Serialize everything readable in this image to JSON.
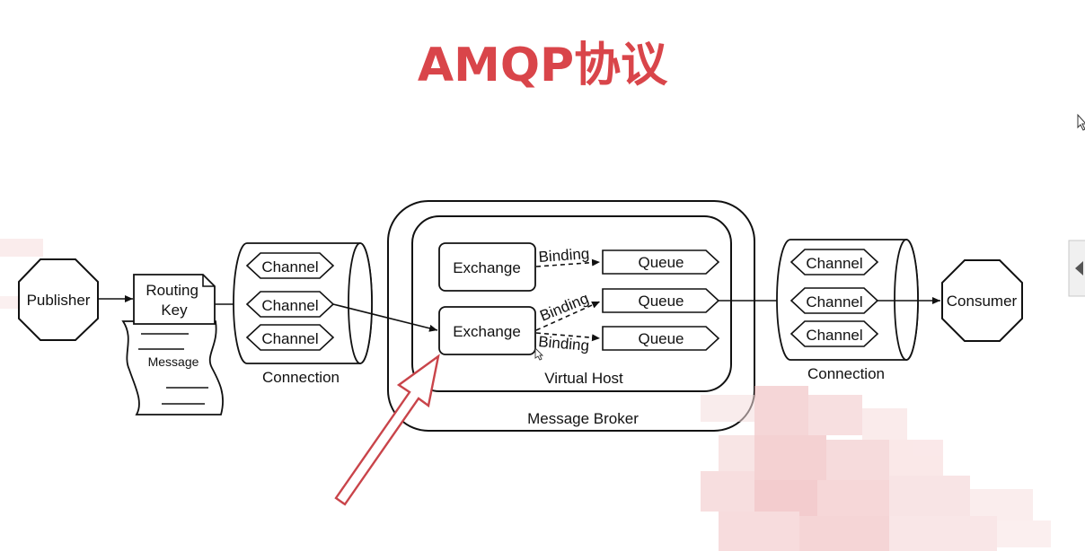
{
  "title": "AMQP协议",
  "title_color": "#d9454a",
  "nodes": {
    "publisher": "Publisher",
    "routing_key": "Routing\nKey",
    "message": "Message",
    "left_channels": [
      "Channel",
      "Channel",
      "Channel"
    ],
    "left_connection": "Connection",
    "exchanges": [
      "Exchange",
      "Exchange"
    ],
    "bindings": [
      "Binding",
      "Binding",
      "Binding"
    ],
    "queues": [
      "Queue",
      "Queue",
      "Queue"
    ],
    "virtual_host": "Virtual Host",
    "message_broker": "Message Broker",
    "right_channels": [
      "Channel",
      "Channel",
      "Channel"
    ],
    "right_connection": "Connection",
    "consumer": "Consumer"
  },
  "colors": {
    "stroke": "#111111",
    "highlight_arrow": "#c9444a",
    "pixelation": "#e8a8ab"
  },
  "icons": {
    "cursor": "mouse-pointer-icon",
    "side_tab": "collapse-left-icon"
  }
}
